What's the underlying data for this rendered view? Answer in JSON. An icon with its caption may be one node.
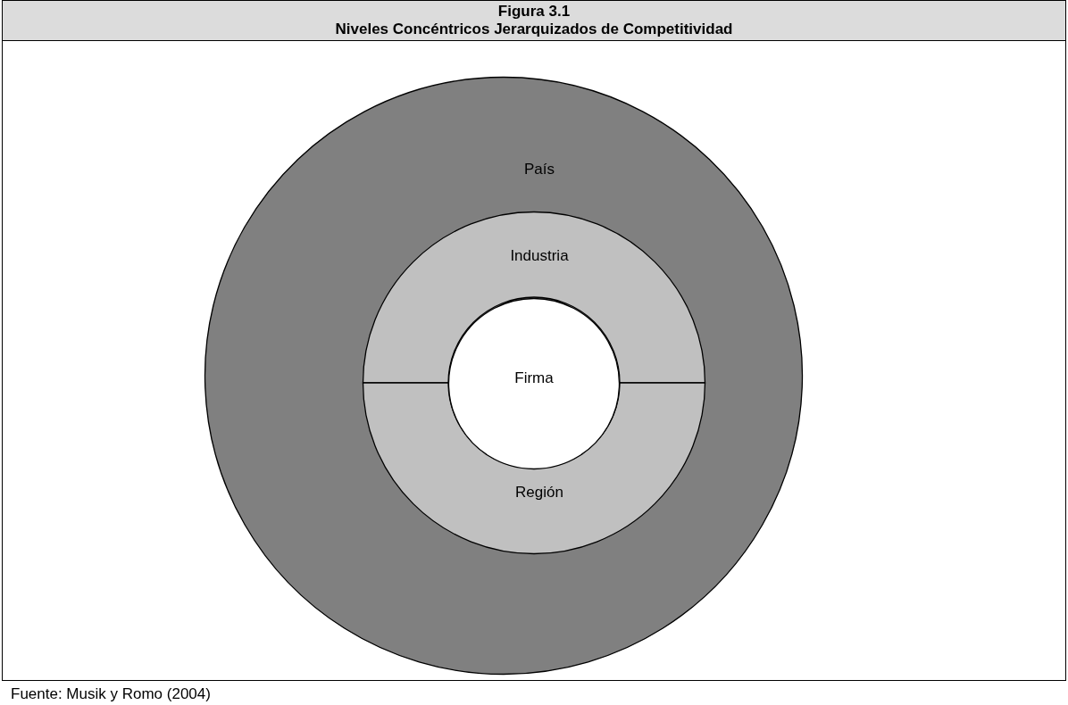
{
  "diagram": {
    "title": "Niveles Concéntricos Jerarquizados de Competitividad",
    "caption": "Fuente: Musik y Romo (2004)",
    "nodes": [
      {
        "text": [
          "País"
        ]
      },
      {
        "text": [
          "Industria"
        ],
        "in": 0
      },
      {
        "text": [
          "Región"
        ],
        "in": 0
      },
      {
        "text": [
          "Firma"
        ],
        "in": 0
      }
    ],
    "edges": [],
    "labels": [
      "Figura 3.1"
    ]
  }
}
